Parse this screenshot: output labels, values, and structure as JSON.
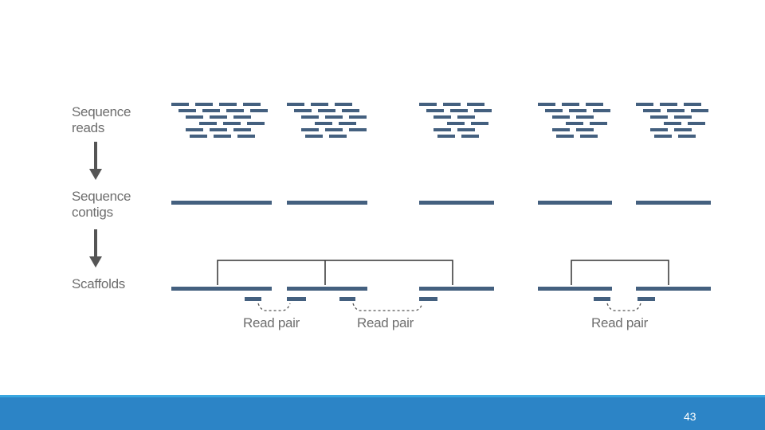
{
  "rows": [
    {
      "key": "reads",
      "label": "Sequence\nreads"
    },
    {
      "key": "contigs",
      "label": "Sequence\ncontigs"
    },
    {
      "key": "scaffolds",
      "label": "Scaffolds"
    }
  ],
  "read_pair_label": "Read pair",
  "read_pairs": [
    {
      "label": "Read pair"
    },
    {
      "label": "Read pair"
    },
    {
      "label": "Read pair"
    }
  ],
  "footer": {
    "page_number": "43"
  },
  "colors": {
    "read": "#44607f",
    "contig": "#44607f",
    "bracket": "#333333",
    "arrow": "#555555",
    "dashed": "#555555",
    "footer": "#2c84c6"
  }
}
